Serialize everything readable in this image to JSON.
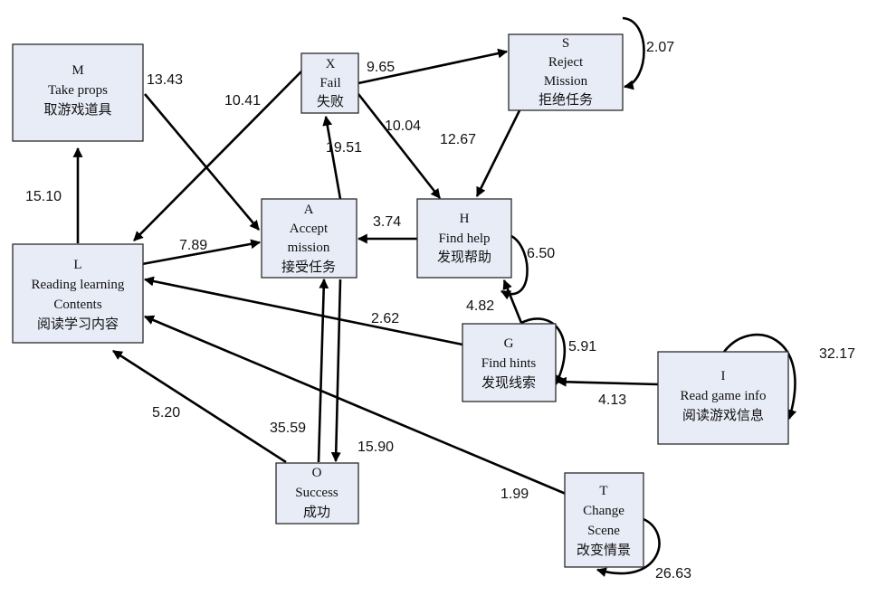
{
  "nodes": {
    "M": {
      "lines": [
        "M",
        "Take props",
        "取游戏道具"
      ]
    },
    "X": {
      "lines": [
        "X",
        "Fail",
        "失败"
      ]
    },
    "S": {
      "lines": [
        "S",
        "Reject",
        "Mission",
        "拒绝任务"
      ]
    },
    "A": {
      "lines": [
        "A",
        "Accept",
        "mission",
        "接受任务"
      ]
    },
    "H": {
      "lines": [
        "H",
        "Find help",
        "发现帮助"
      ]
    },
    "L": {
      "lines": [
        "L",
        "Reading learning",
        "Contents",
        "阅读学习内容"
      ]
    },
    "G": {
      "lines": [
        "G",
        "Find hints",
        "发现线索"
      ]
    },
    "I": {
      "lines": [
        "I",
        "Read game info",
        "阅读游戏信息"
      ]
    },
    "O": {
      "lines": [
        "O",
        "Success",
        "成功"
      ]
    },
    "T": {
      "lines": [
        "T",
        "Change",
        "Scene",
        "改变情景"
      ]
    }
  },
  "edges": {
    "M_A": {
      "from": "M",
      "to": "A",
      "label": "13.43"
    },
    "X_L": {
      "from": "X",
      "to": "L",
      "label": "10.41"
    },
    "X_S": {
      "from": "X",
      "to": "S",
      "label": "9.65"
    },
    "X_H": {
      "from": "X",
      "to": "H",
      "label": "10.04"
    },
    "S_S": {
      "from": "S",
      "to": "S",
      "label": "2.07"
    },
    "S_H": {
      "from": "S",
      "to": "H",
      "label": "12.67"
    },
    "A_X": {
      "from": "A",
      "to": "X",
      "label": "19.51"
    },
    "L_M": {
      "from": "L",
      "to": "M",
      "label": "15.10"
    },
    "L_A": {
      "from": "L",
      "to": "A",
      "label": "7.89"
    },
    "H_A": {
      "from": "H",
      "to": "A",
      "label": "3.74"
    },
    "H_H": {
      "from": "H",
      "to": "H",
      "label": "6.50"
    },
    "G_H": {
      "from": "G",
      "to": "H",
      "label": "4.82"
    },
    "G_L": {
      "from": "G",
      "to": "L",
      "label": "2.62"
    },
    "G_G": {
      "from": "G",
      "to": "G",
      "label": "5.91"
    },
    "I_I": {
      "from": "I",
      "to": "I",
      "label": "32.17"
    },
    "I_G": {
      "from": "I",
      "to": "G",
      "label": "4.13"
    },
    "O_L": {
      "from": "O",
      "to": "L",
      "label": "5.20"
    },
    "O_A": {
      "from": "O",
      "to": "A",
      "label": "35.59"
    },
    "A_O": {
      "from": "A",
      "to": "O",
      "label": "15.90"
    },
    "T_L": {
      "from": "T",
      "to": "L",
      "label": "1.99"
    },
    "T_T": {
      "from": "T",
      "to": "T",
      "label": "26.63"
    }
  }
}
